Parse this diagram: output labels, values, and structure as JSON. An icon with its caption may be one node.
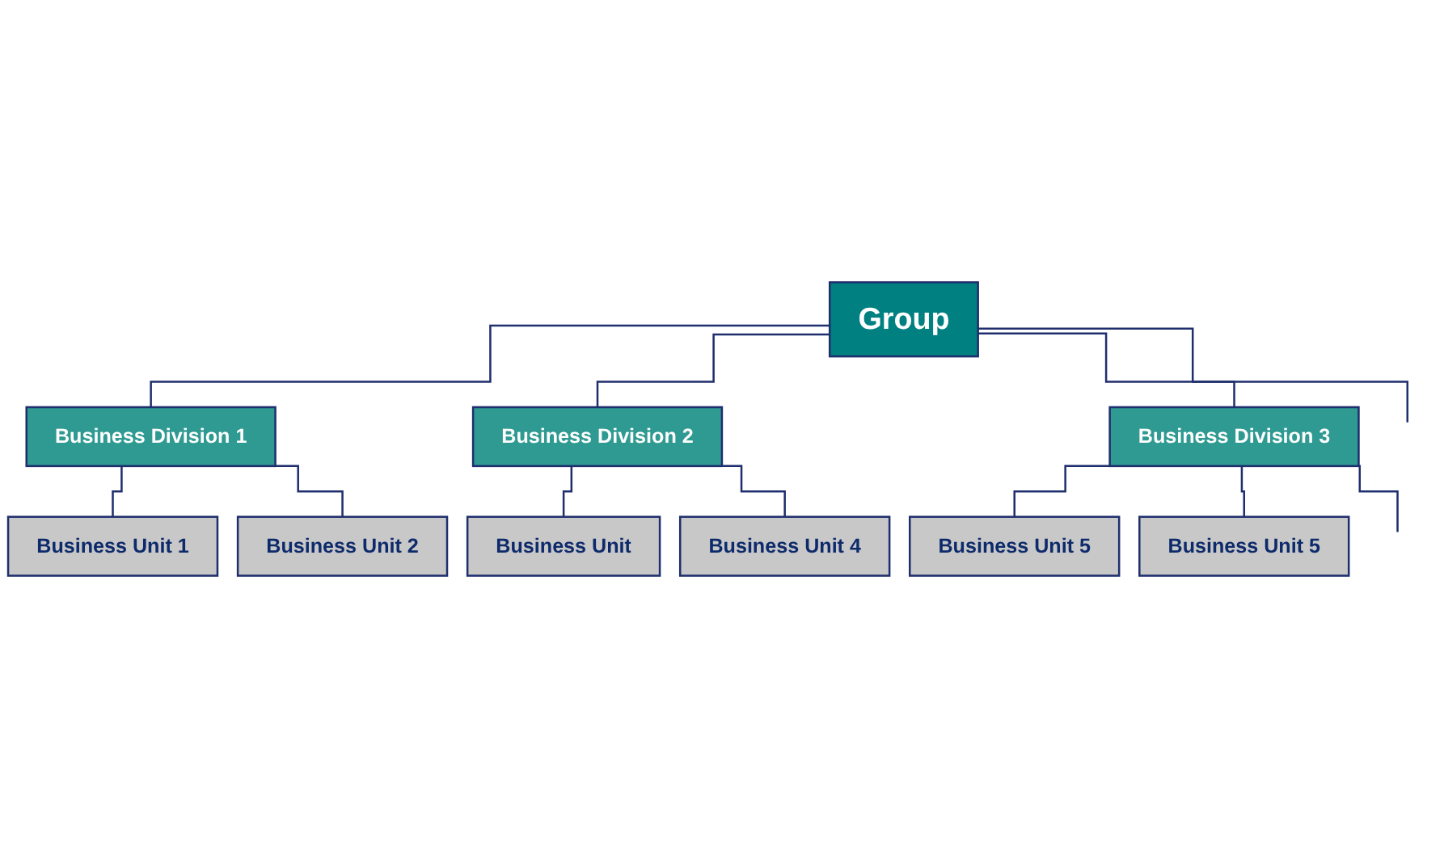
{
  "diagram": {
    "nodes": [
      {
        "text": [
          "Group"
        ]
      },
      {
        "text": [
          "Business Division 1"
        ]
      },
      {
        "text": [
          "Business Division 2"
        ]
      },
      {
        "text": [
          "Business Division 3"
        ]
      },
      {
        "text": [
          "Business Unit 1"
        ]
      },
      {
        "text": [
          "Business Unit 2"
        ]
      },
      {
        "text": [
          "Business Unit"
        ]
      },
      {
        "text": [
          "Business Unit 4"
        ]
      },
      {
        "text": [
          "Business Unit 5"
        ]
      },
      {
        "text": [
          "Business Unit 5"
        ]
      }
    ],
    "edges": [
      {
        "from": 0,
        "to": 1,
        "arrow": "none"
      },
      {
        "from": 0,
        "to": 2,
        "arrow": "none"
      },
      {
        "from": 0,
        "to": 3,
        "arrow": "none"
      },
      {
        "from": 0,
        "to": null,
        "arrow": "none"
      },
      {
        "from": 1,
        "to": 4,
        "arrow": "none"
      },
      {
        "from": 1,
        "to": 5,
        "arrow": "none"
      },
      {
        "from": 2,
        "to": 6,
        "arrow": "none"
      },
      {
        "from": 2,
        "to": 7,
        "arrow": "none"
      },
      {
        "from": 3,
        "to": 8,
        "arrow": "none"
      },
      {
        "from": 3,
        "to": 9,
        "arrow": "none"
      },
      {
        "from": 3,
        "to": null,
        "arrow": "none"
      }
    ]
  }
}
